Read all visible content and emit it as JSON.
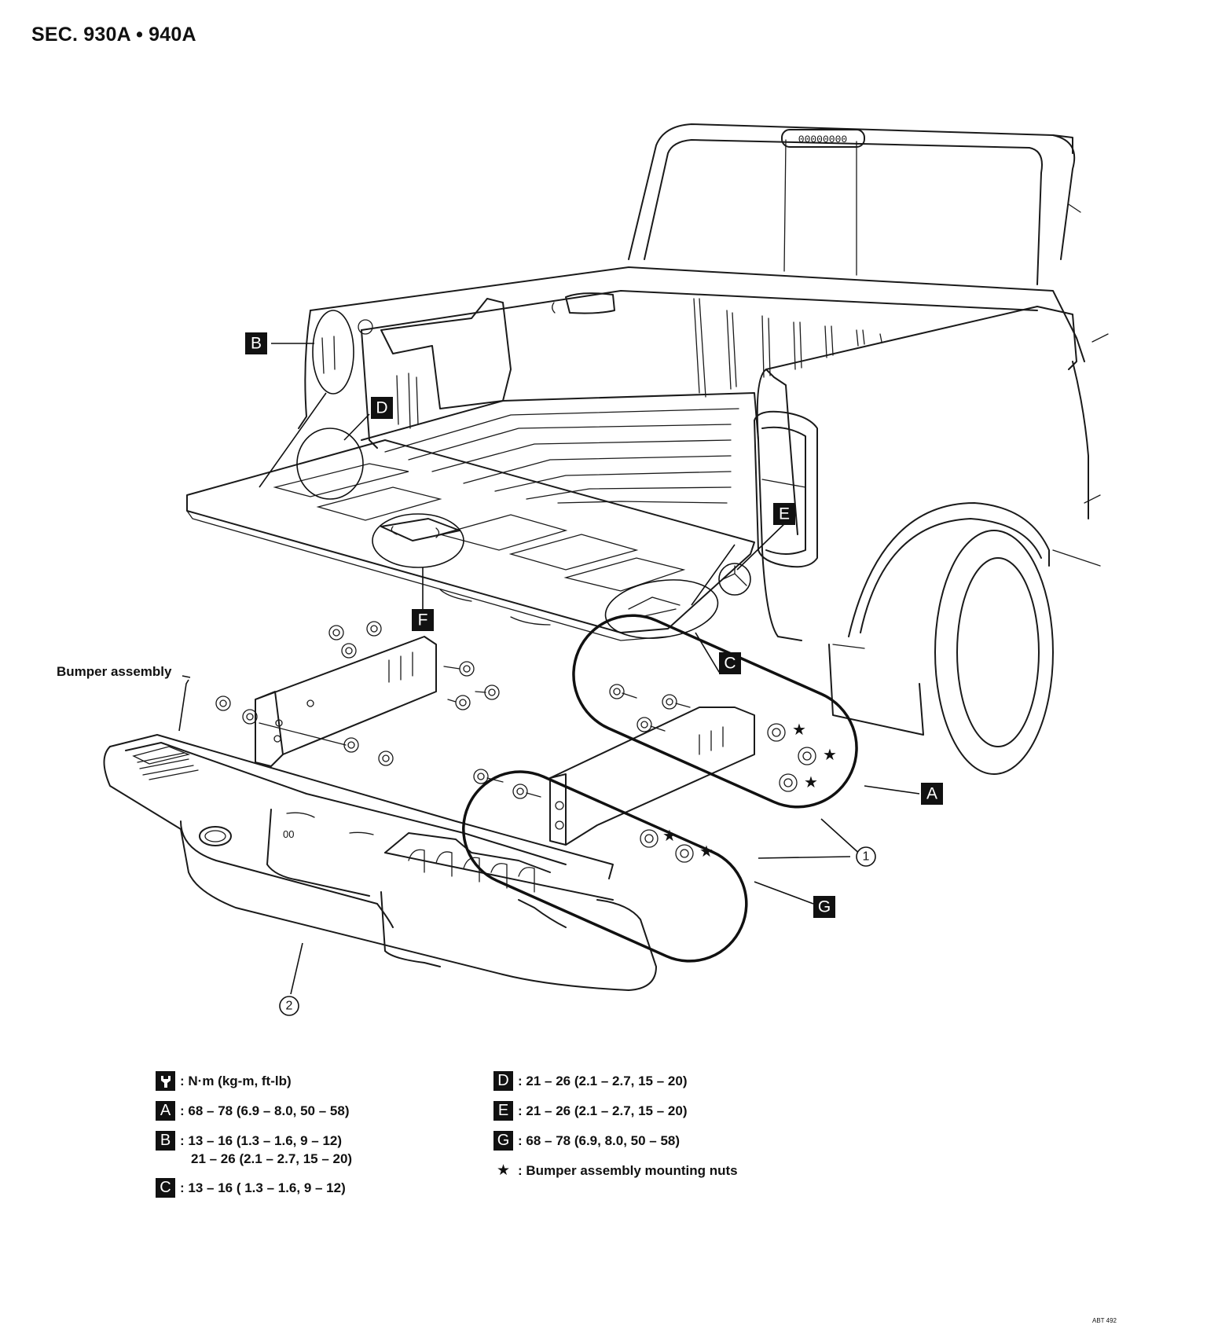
{
  "title": "SEC. 930A • 940A",
  "diagram": {
    "license_plate_text": "00000000",
    "bumper_assembly_label": "Bumper assembly",
    "bumper_mark_text": "00",
    "callouts": [
      "A",
      "B",
      "C",
      "D",
      "E",
      "F",
      "G"
    ],
    "part_numbers": [
      "1",
      "2"
    ]
  },
  "legend": {
    "torque_unit": ": N·m (kg-m, ft-lb)",
    "left": [
      {
        "key": "A",
        "value": ": 68 – 78 (6.9 – 8.0, 50 – 58)"
      },
      {
        "key": "B",
        "value": ": 13 – 16 (1.3 – 1.6, 9 – 12)",
        "value2": "21 – 26 (2.1 – 2.7, 15 – 20)"
      },
      {
        "key": "C",
        "value": ": 13 – 16 ( 1.3 – 1.6, 9 – 12)"
      }
    ],
    "right": [
      {
        "key": "D",
        "value": ": 21 – 26 (2.1 – 2.7,  15 – 20)"
      },
      {
        "key": "E",
        "value": ": 21 – 26 (2.1 – 2.7,  15 – 20)"
      },
      {
        "key": "G",
        "value": ": 68 – 78 (6.9, 8.0, 50 – 58)"
      }
    ],
    "star_note": ": Bumper assembly mounting nuts"
  },
  "reference_code": "ABT 492",
  "colors": {
    "ink": "#111111",
    "background": "#ffffff"
  }
}
